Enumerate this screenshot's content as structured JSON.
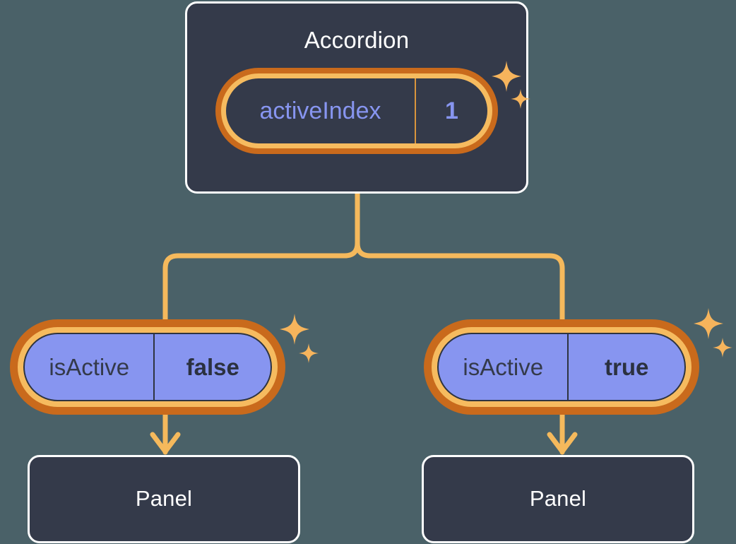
{
  "background_color": "#4a6168",
  "palette": {
    "card_fill": "#343a4a",
    "card_border": "#ffffff",
    "ring_outer": "#c96a1c",
    "ring_inner": "#f6bb5f",
    "pill_fill": "#8795f0",
    "accent_purple": "#8795f0",
    "connector": "#f5b95c",
    "sparkle": "#f6b45c",
    "dark_text": "#2b3140"
  },
  "root": {
    "title": "Accordion",
    "state": {
      "key": "activeIndex",
      "value": "1"
    },
    "sparkle_icon": "sparkle-icon"
  },
  "branches": [
    {
      "state": {
        "key": "isActive",
        "value": "false"
      },
      "panel": {
        "title": "Panel"
      },
      "sparkle_icon": "sparkle-icon"
    },
    {
      "state": {
        "key": "isActive",
        "value": "true"
      },
      "panel": {
        "title": "Panel"
      },
      "sparkle_icon": "sparkle-icon"
    }
  ]
}
